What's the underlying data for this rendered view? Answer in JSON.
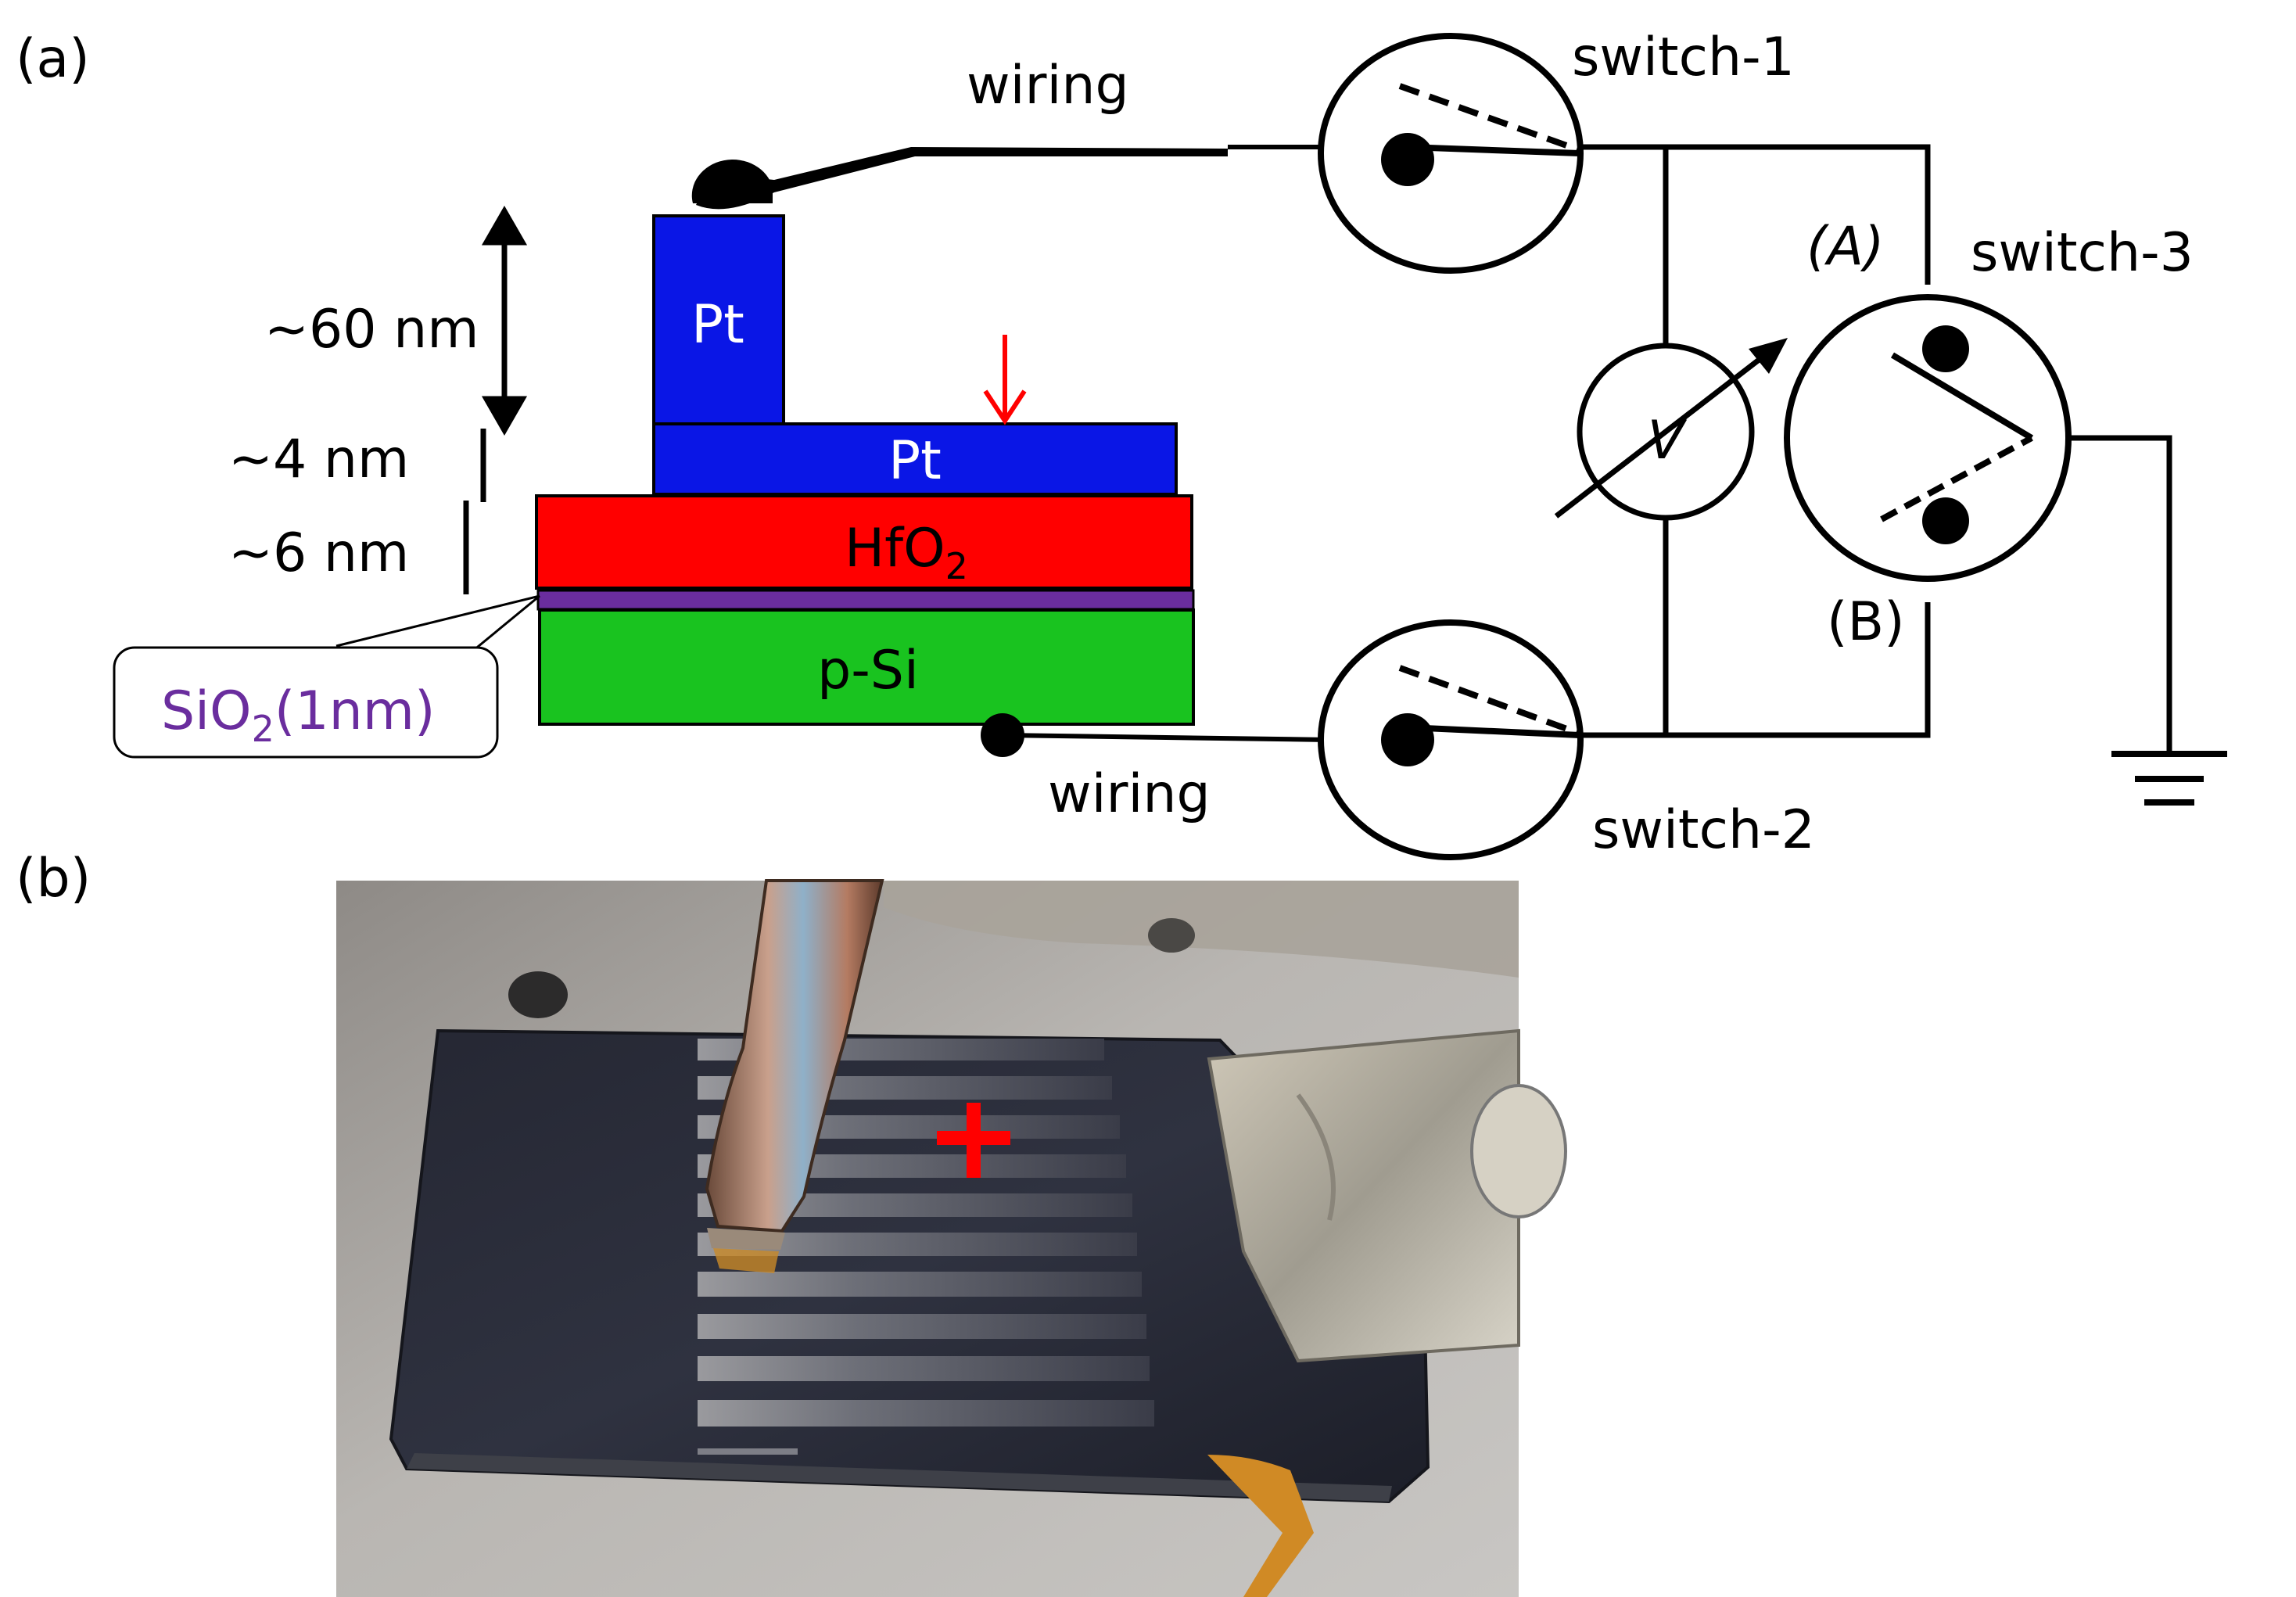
{
  "panel_a": {
    "label": "(a)",
    "layers": {
      "pt_pillar": "Pt",
      "pt_film": "Pt",
      "hfo2_main": "HfO",
      "hfo2_sub": "2",
      "psi": "p-Si"
    },
    "thickness_labels": {
      "t60": "~60 nm",
      "t4": "~4 nm",
      "t6": "~6 nm"
    },
    "sio2_callout": {
      "prefix": "SiO",
      "sub": "2",
      "suffix": "(1nm)"
    },
    "wiring_top": "wiring",
    "wiring_bottom": "wiring",
    "switch1": "switch-1",
    "switch2": "switch-2",
    "switch3": "switch-3",
    "terminal_a": "(A)",
    "terminal_b": "(B)",
    "voltmeter": "V"
  },
  "panel_b": {
    "label": "(b)"
  },
  "colors": {
    "pt": "#0a16e6",
    "hfo2": "#ff0000",
    "sio2": "#6a2d9e",
    "psi": "#19c31f",
    "marker": "#ff0000"
  },
  "icons": {
    "ground": "ground-symbol-icon",
    "voltmeter": "variable-voltmeter-icon",
    "probe": "probe-contact-icon"
  }
}
